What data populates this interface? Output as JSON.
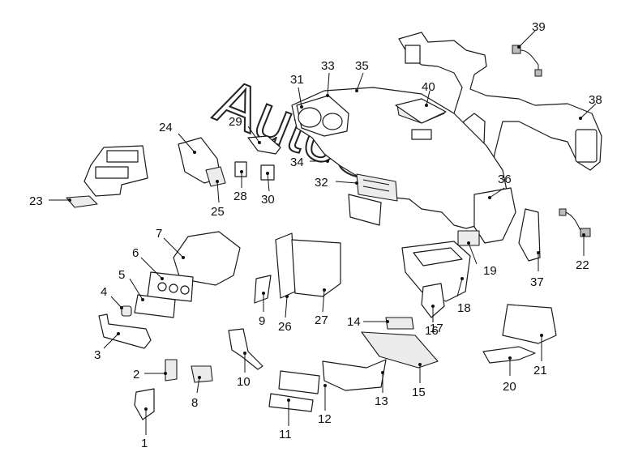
{
  "watermark": "AutoSoft",
  "callouts": {
    "c1": "1",
    "c2": "2",
    "c3": "3",
    "c4": "4",
    "c5": "5",
    "c6": "6",
    "c7": "7",
    "c8": "8",
    "c9": "9",
    "c10": "10",
    "c11": "11",
    "c12": "12",
    "c13": "13",
    "c14": "14",
    "c15": "15",
    "c16": "16",
    "c17": "17",
    "c18": "18",
    "c19": "19",
    "c20": "20",
    "c21": "21",
    "c22": "22",
    "c23": "23",
    "c24": "24",
    "c25": "25",
    "c26": "26",
    "c27": "27",
    "c28": "28",
    "c29": "29",
    "c30": "30",
    "c31": "31",
    "c32": "32",
    "c33": "33",
    "c34": "34",
    "c35": "35",
    "c36": "36",
    "c37": "37",
    "c38": "38",
    "c39": "39",
    "c40": "40"
  }
}
